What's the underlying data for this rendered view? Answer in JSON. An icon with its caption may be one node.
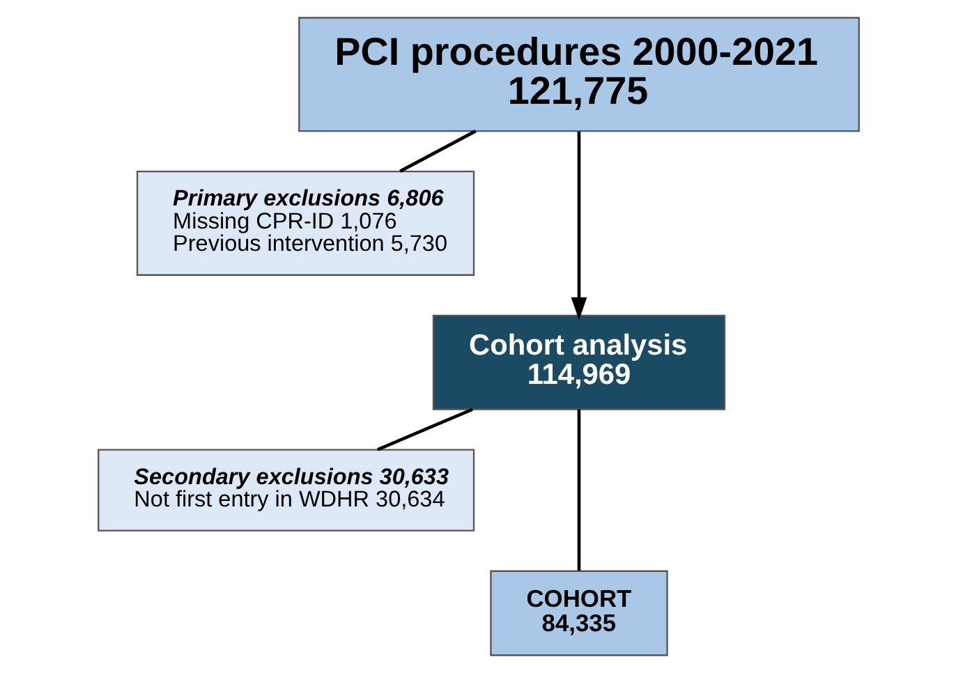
{
  "diagram": {
    "nodes": [
      {
        "text": [
          "PCI procedures 2000-2021",
          "121,775"
        ]
      },
      {
        "text": [
          "Primary exclusions 6,806",
          "Missing CPR-ID 1,076",
          "Previous intervention 5,730"
        ]
      },
      {
        "text": [
          "Cohort analysis",
          "114,969"
        ]
      },
      {
        "text": [
          "Secondary exclusions 30,633",
          "Not first entry in WDHR 30,634"
        ]
      },
      {
        "text": [
          "COHORT",
          "84,335"
        ]
      }
    ],
    "edges": [
      {
        "from": 0,
        "to": 2,
        "arrow": "to"
      },
      {
        "from": 0,
        "to": 1,
        "arrow": "none"
      },
      {
        "from": 2,
        "to": 3,
        "arrow": "none"
      },
      {
        "from": 2,
        "to": 4,
        "arrow": "none"
      }
    ]
  }
}
